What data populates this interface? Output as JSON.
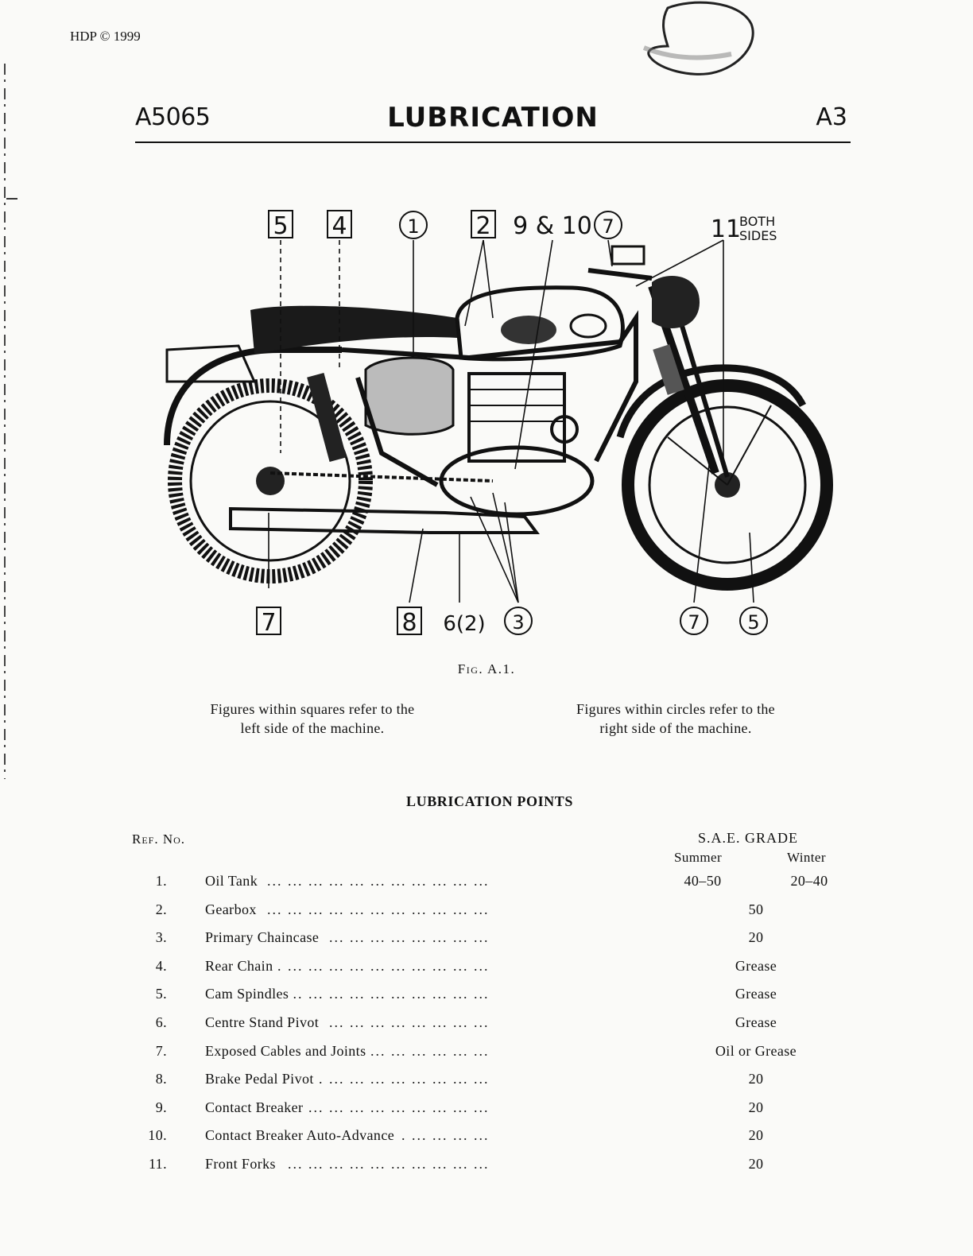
{
  "copyright": "HDP © 1999",
  "header": {
    "left": "A5065",
    "title": "LUBRICATION",
    "right": "A3"
  },
  "figure": {
    "caption": "Fig. A.1.",
    "callouts_top": [
      "5",
      "4",
      "1",
      "2",
      "9 & 10",
      "7",
      "11"
    ],
    "both_sides_label_1": "BOTH",
    "both_sides_label_2": "SIDES",
    "callouts_bottom": [
      "7",
      "8",
      "6(2)",
      "3",
      "7",
      "5"
    ]
  },
  "notes": {
    "left_line1": "Figures within squares refer to the",
    "left_line2": "left side of the machine.",
    "right_line1": "Figures within circles refer to the",
    "right_line2": "right side of the machine."
  },
  "table": {
    "title": "LUBRICATION POINTS",
    "ref_header": "Ref. No.",
    "grade_header": "S.A.E. GRADE",
    "summer_header": "Summer",
    "winter_header": "Winter",
    "rows": [
      {
        "num": "1.",
        "name": "Oil Tank",
        "summer": "40–50",
        "winter": "20–40",
        "both": ""
      },
      {
        "num": "2.",
        "name": "Gearbox",
        "summer": "",
        "winter": "",
        "both": "50"
      },
      {
        "num": "3.",
        "name": "Primary Chaincase",
        "summer": "",
        "winter": "",
        "both": "20"
      },
      {
        "num": "4.",
        "name": "Rear Chain",
        "summer": "",
        "winter": "",
        "both": "Grease"
      },
      {
        "num": "5.",
        "name": "Cam Spindles",
        "summer": "",
        "winter": "",
        "both": "Grease"
      },
      {
        "num": "6.",
        "name": "Centre Stand Pivot",
        "summer": "",
        "winter": "",
        "both": "Grease"
      },
      {
        "num": "7.",
        "name": "Exposed Cables and Joints",
        "summer": "",
        "winter": "",
        "both": "Oil or Grease"
      },
      {
        "num": "8.",
        "name": "Brake Pedal Pivot",
        "summer": "",
        "winter": "",
        "both": "20"
      },
      {
        "num": "9.",
        "name": "Contact Breaker",
        "summer": "",
        "winter": "",
        "both": "20"
      },
      {
        "num": "10.",
        "name": "Contact Breaker Auto-Advance",
        "summer": "",
        "winter": "",
        "both": "20"
      },
      {
        "num": "11.",
        "name": "Front Forks",
        "summer": "",
        "winter": "",
        "both": "20"
      }
    ]
  }
}
